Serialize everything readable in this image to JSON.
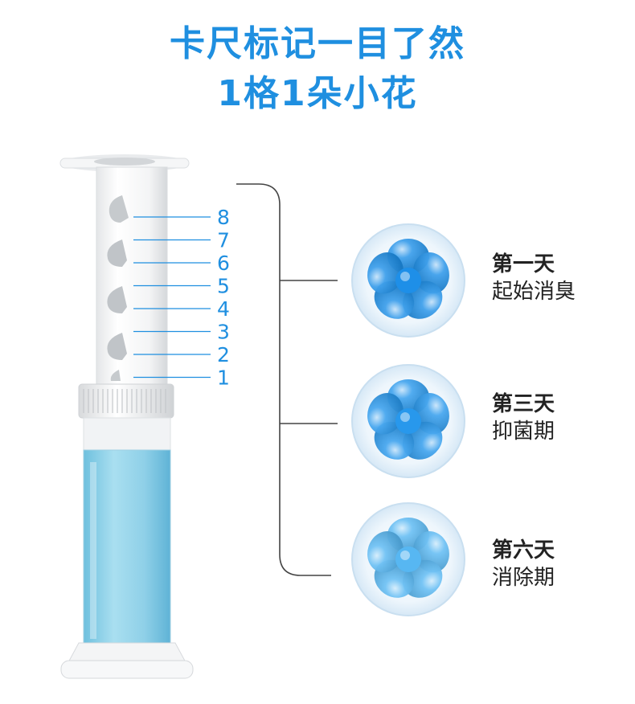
{
  "headline": {
    "line1": "卡尺标记一目了然",
    "line2": "1格1朵小花"
  },
  "scale_marks": [
    "8",
    "7",
    "6",
    "5",
    "4",
    "3",
    "2",
    "1"
  ],
  "stages": [
    {
      "day": "第一天",
      "effect": "起始消臭",
      "tint": "#1e8fe8"
    },
    {
      "day": "第三天",
      "effect": "抑菌期",
      "tint": "#2898ec"
    },
    {
      "day": "第六天",
      "effect": "消除期",
      "tint": "#57b7f2"
    }
  ],
  "colors": {
    "accent": "#1f8fe0",
    "gel": "#8fd0e8",
    "bracket": "#333333"
  }
}
